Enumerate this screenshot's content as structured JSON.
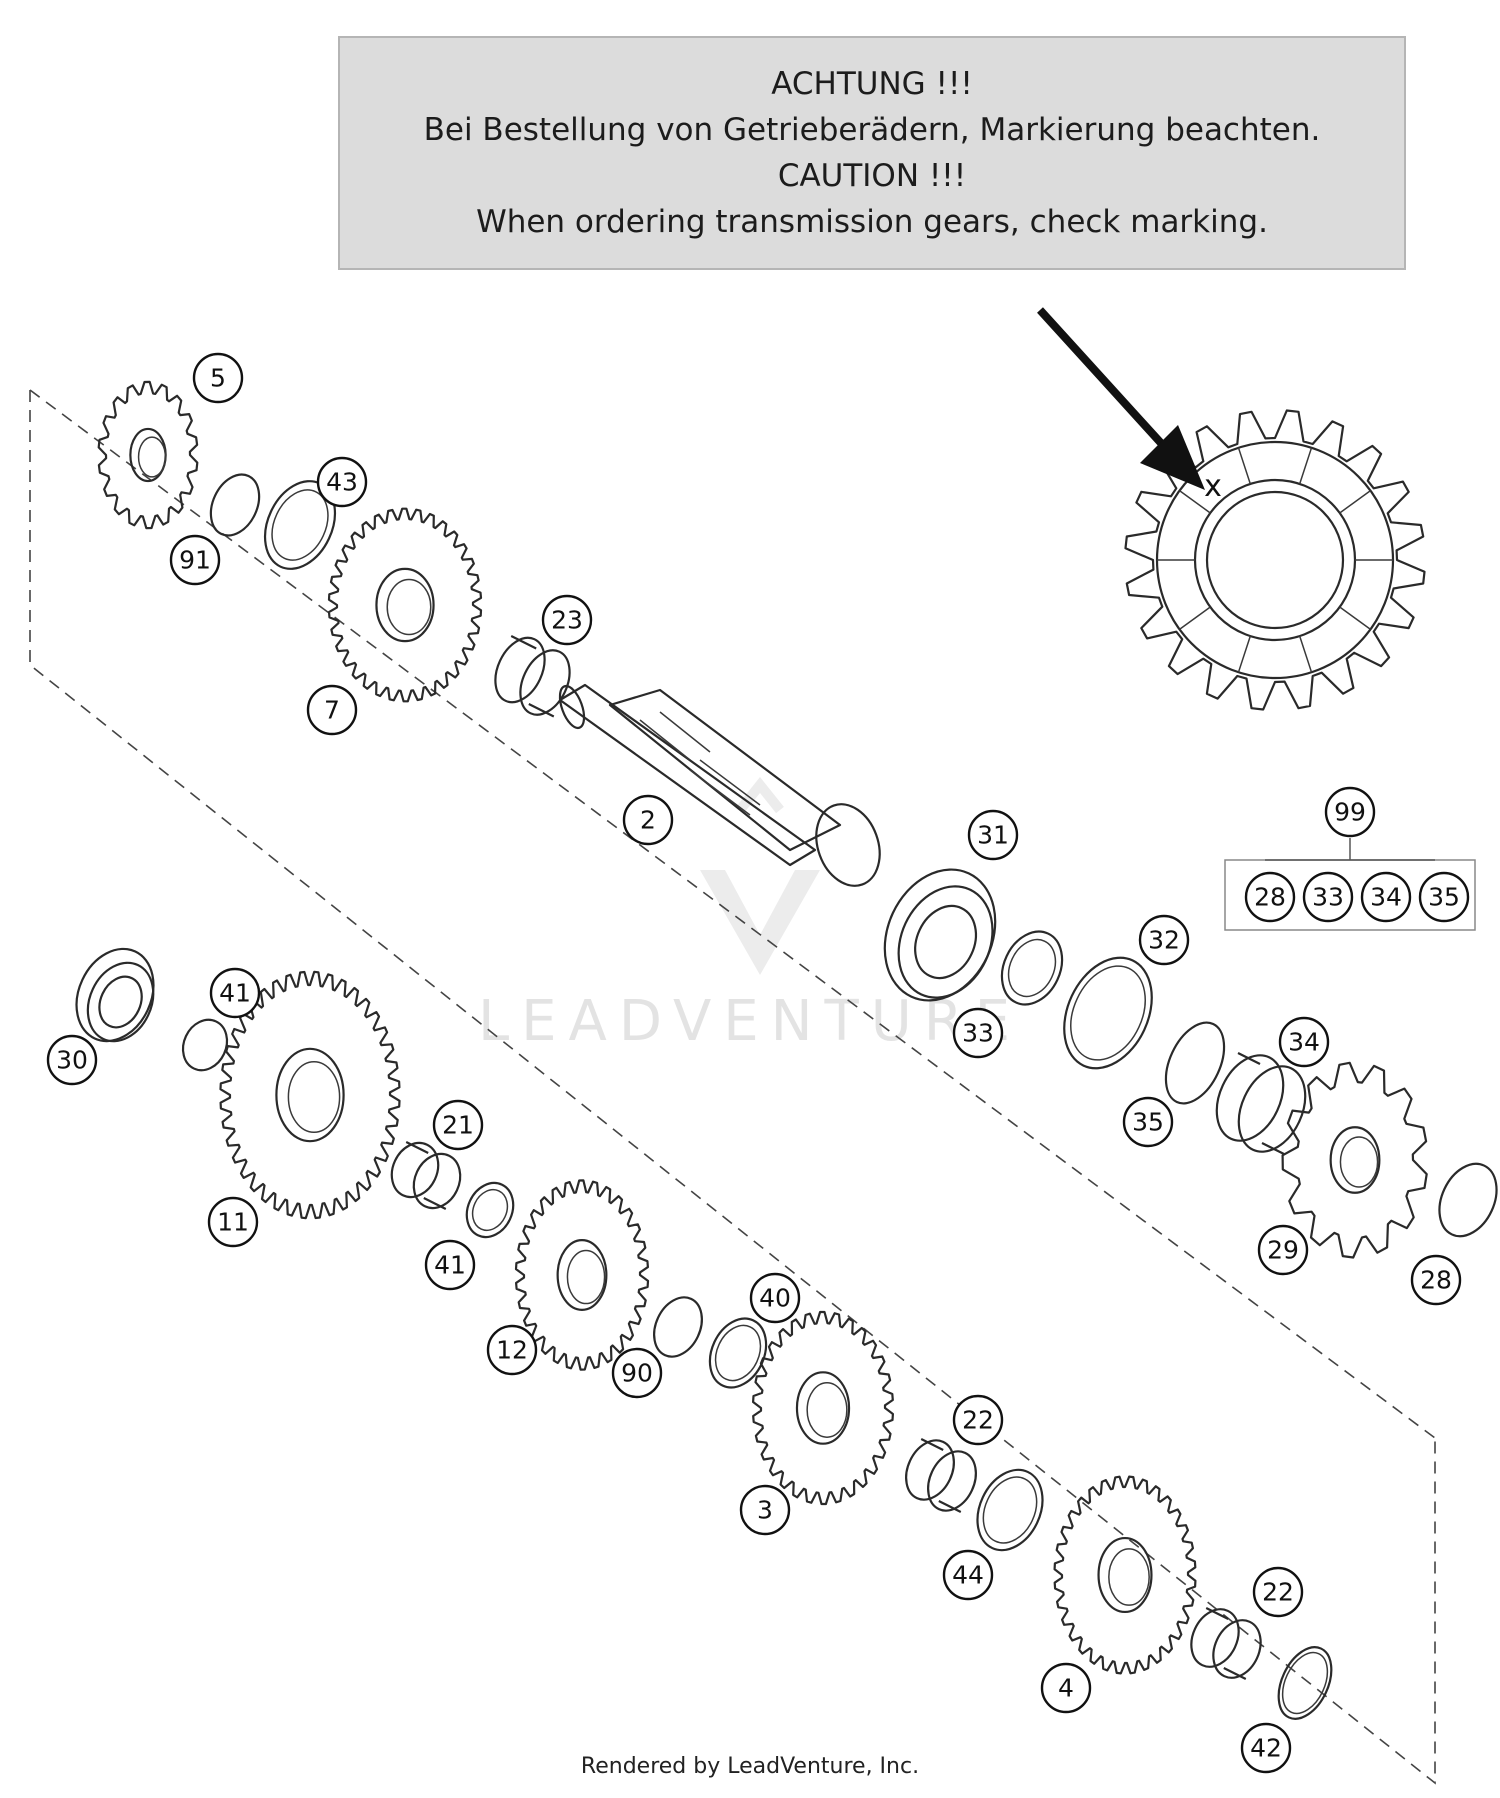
{
  "notice": {
    "line1": "ACHTUNG !!!",
    "line2": "Bei Bestellung von Getrieberädern, Markierung beachten.",
    "line3": "CAUTION !!!",
    "line4": "When ordering transmission gears, check marking."
  },
  "marking_symbol": "x",
  "watermark": "LEADVENTURE",
  "footer": "Rendered by LeadVenture, Inc.",
  "kit": {
    "label": "99",
    "contents": [
      "28",
      "33",
      "34",
      "35"
    ]
  },
  "callouts": [
    "5",
    "43",
    "91",
    "7",
    "23",
    "2",
    "31",
    "33",
    "32",
    "35",
    "34",
    "29",
    "28",
    "30",
    "41",
    "11",
    "21",
    "41",
    "12",
    "90",
    "40",
    "3",
    "22",
    "44",
    "4",
    "22",
    "42"
  ]
}
